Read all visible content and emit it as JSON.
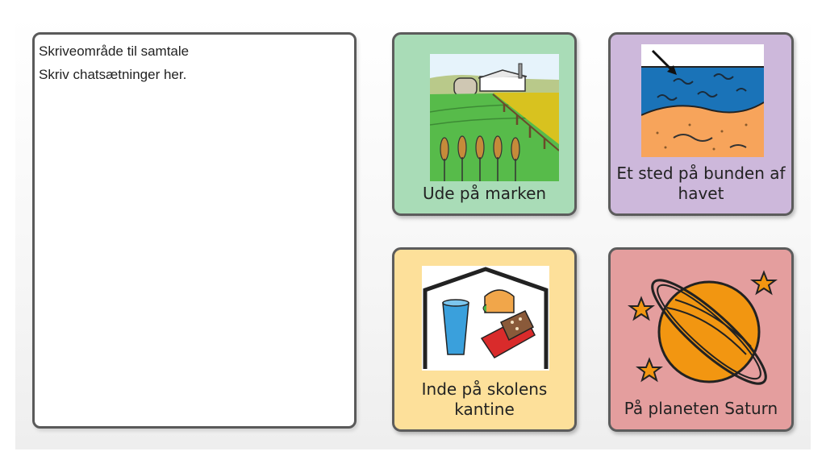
{
  "chat": {
    "title": "Skriveområde til samtale",
    "placeholder": "Skriv chatsætninger her."
  },
  "cards": [
    {
      "label": "Ude på marken",
      "icon": "field-farm-icon",
      "color": "#a9dcb7"
    },
    {
      "label": "Et sted på bunden af havet",
      "icon": "seabed-icon",
      "color": "#cdb8db"
    },
    {
      "label": "Inde på skolens kantine",
      "icon": "school-canteen-icon",
      "color": "#fde09a"
    },
    {
      "label": "På planeten Saturn",
      "icon": "saturn-planet-icon",
      "color": "#e49e9e"
    }
  ]
}
